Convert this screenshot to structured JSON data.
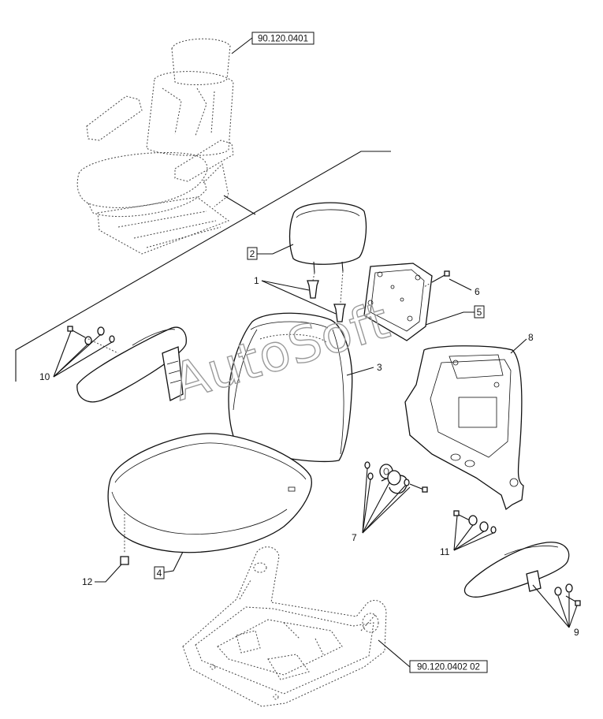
{
  "watermark": "AutoSoft",
  "refs": {
    "seat_assembly": "90.120.0401",
    "seat_frame": "90.120.0402 02"
  },
  "callouts": {
    "c1": "1",
    "c2": "2",
    "c3": "3",
    "c4": "4",
    "c5": "5",
    "c6": "6",
    "c7": "7",
    "c8": "8",
    "c9": "9",
    "c10": "10",
    "c11": "11",
    "c12": "12"
  }
}
